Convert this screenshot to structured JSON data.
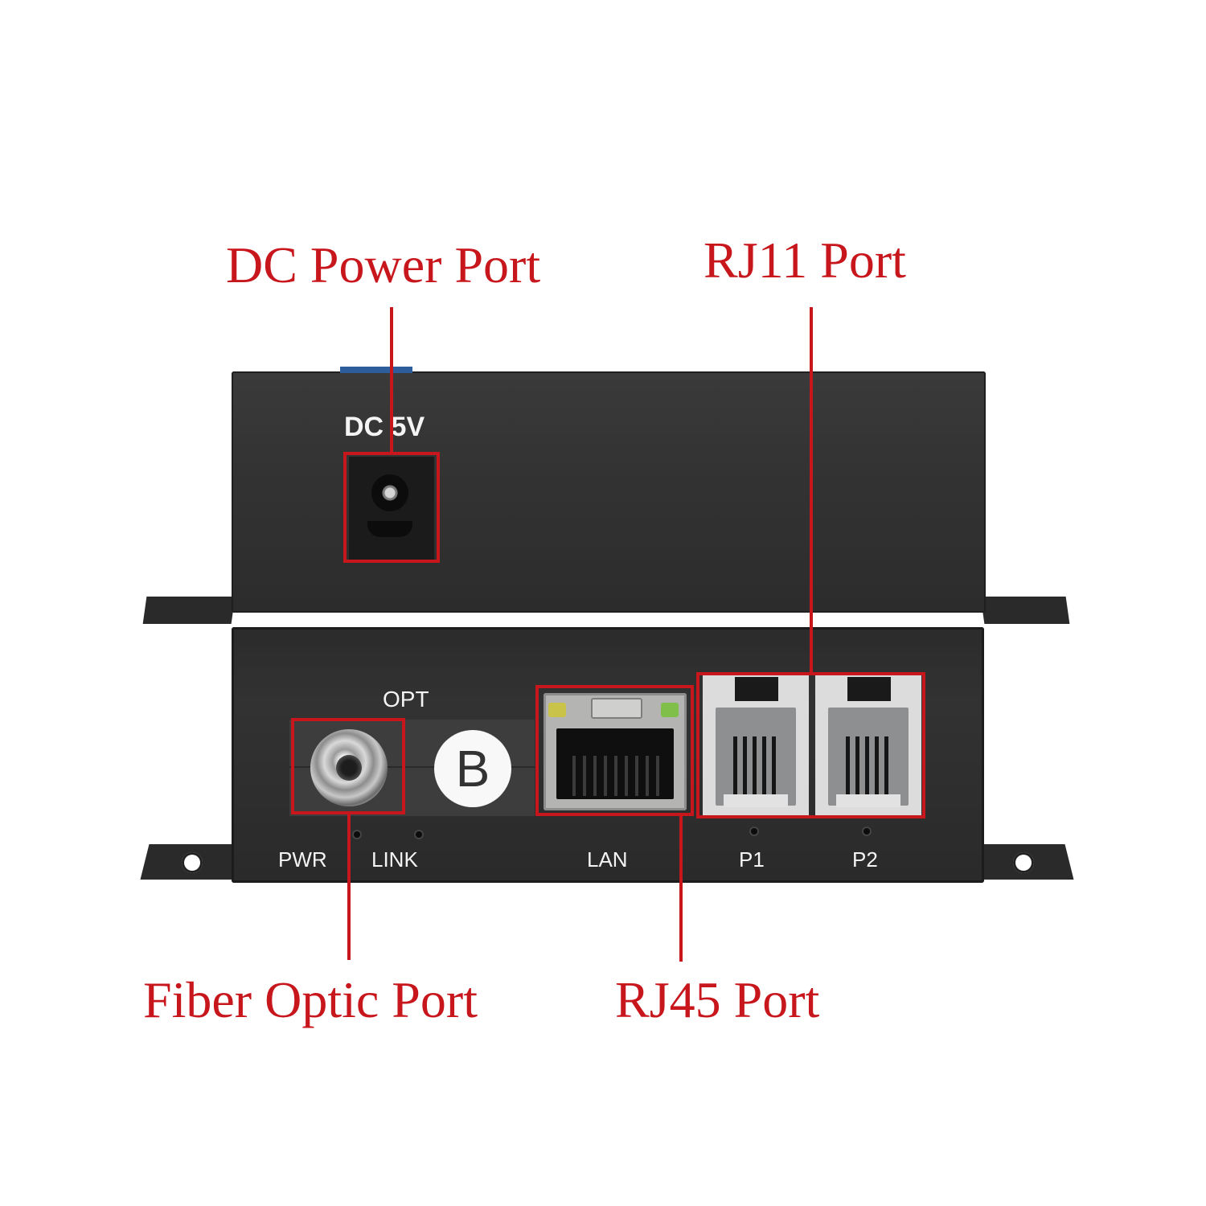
{
  "callouts": {
    "dc_power": "DC Power Port",
    "rj11": "RJ11 Port",
    "fiber": "Fiber Optic Port",
    "rj45": "RJ45 Port"
  },
  "device": {
    "dc_label": "DC 5V",
    "opt_label": "OPT",
    "badge": "B",
    "pwr_label": "PWR",
    "link_label": "LINK",
    "lan_label": "LAN",
    "p1_label": "P1",
    "p2_label": "P2"
  },
  "colors": {
    "callout_red": "#c8161d",
    "chassis": "#2f2f2f",
    "led_yellow": "#c9c34a",
    "led_green": "#7fbf4a"
  }
}
